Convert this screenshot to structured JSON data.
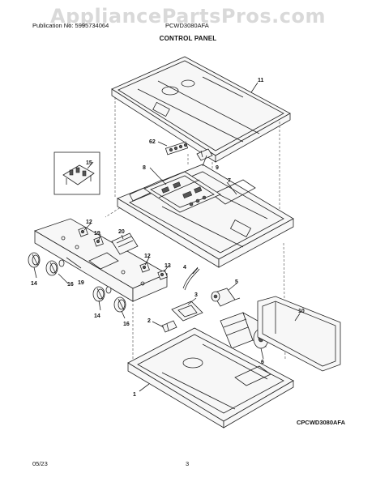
{
  "watermark": "AppliancePartsPros.com",
  "header": {
    "publication": "Publication No: 5995734064",
    "model": "PCWD3080AFA",
    "title": "CONTROL PANEL"
  },
  "callouts": {
    "c1": "1",
    "c2": "2",
    "c3": "3",
    "c4": "4",
    "c5": "5",
    "c6": "6",
    "c7": "7",
    "c8": "8",
    "c9": "9",
    "c10": "10",
    "c11": "11",
    "c12a": "12",
    "c12b": "12",
    "c13": "13",
    "c14a": "14",
    "c14b": "14",
    "c15": "15",
    "c16a": "16",
    "c16b": "16",
    "c19": "19",
    "c20": "20",
    "c62": "62"
  },
  "model_code": "CPCWD3080AFA",
  "footer": {
    "date": "05/23",
    "page": "3"
  }
}
